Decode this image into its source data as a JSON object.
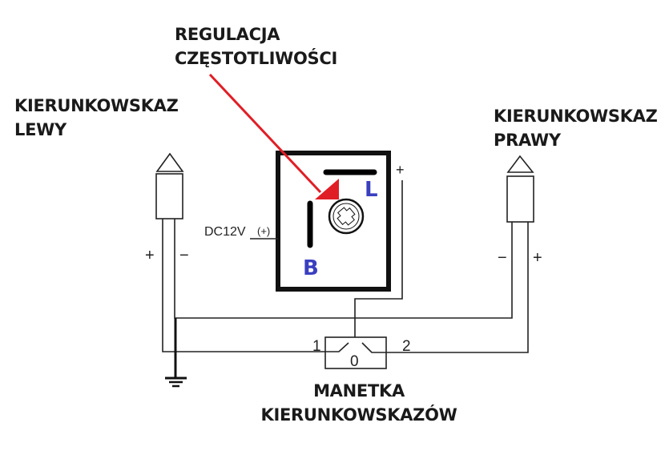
{
  "labels": {
    "regulation_line1": "REGULACJA",
    "regulation_line2": "CZĘSTOTLIWOŚCI",
    "left_line1": "KIERUNKOWSKAZ",
    "left_line2": "LEWY",
    "right_line1": "KIERUNKOWSKAZ",
    "right_line2": "PRAWY",
    "switch_line1": "MANETKA",
    "switch_line2": "KIERUNKOWSKAZÓW"
  },
  "module": {
    "terminal_l": "L",
    "terminal_b": "B",
    "plus_terminal": "+",
    "supply": "DC12V",
    "supply_polarity": "(+)"
  },
  "left_indicator": {
    "plus": "+",
    "minus": "−"
  },
  "right_indicator": {
    "plus": "+",
    "minus": "−"
  },
  "switch": {
    "pos1": "1",
    "pos0": "0",
    "pos2": "2"
  },
  "colors": {
    "arrow": "#e01e26",
    "terminal_letters": "#3a3fbf",
    "lines": "#222222"
  },
  "icons": [
    "ground-symbol",
    "adjustment-screw",
    "bulb-indicator-left",
    "bulb-indicator-right"
  ]
}
